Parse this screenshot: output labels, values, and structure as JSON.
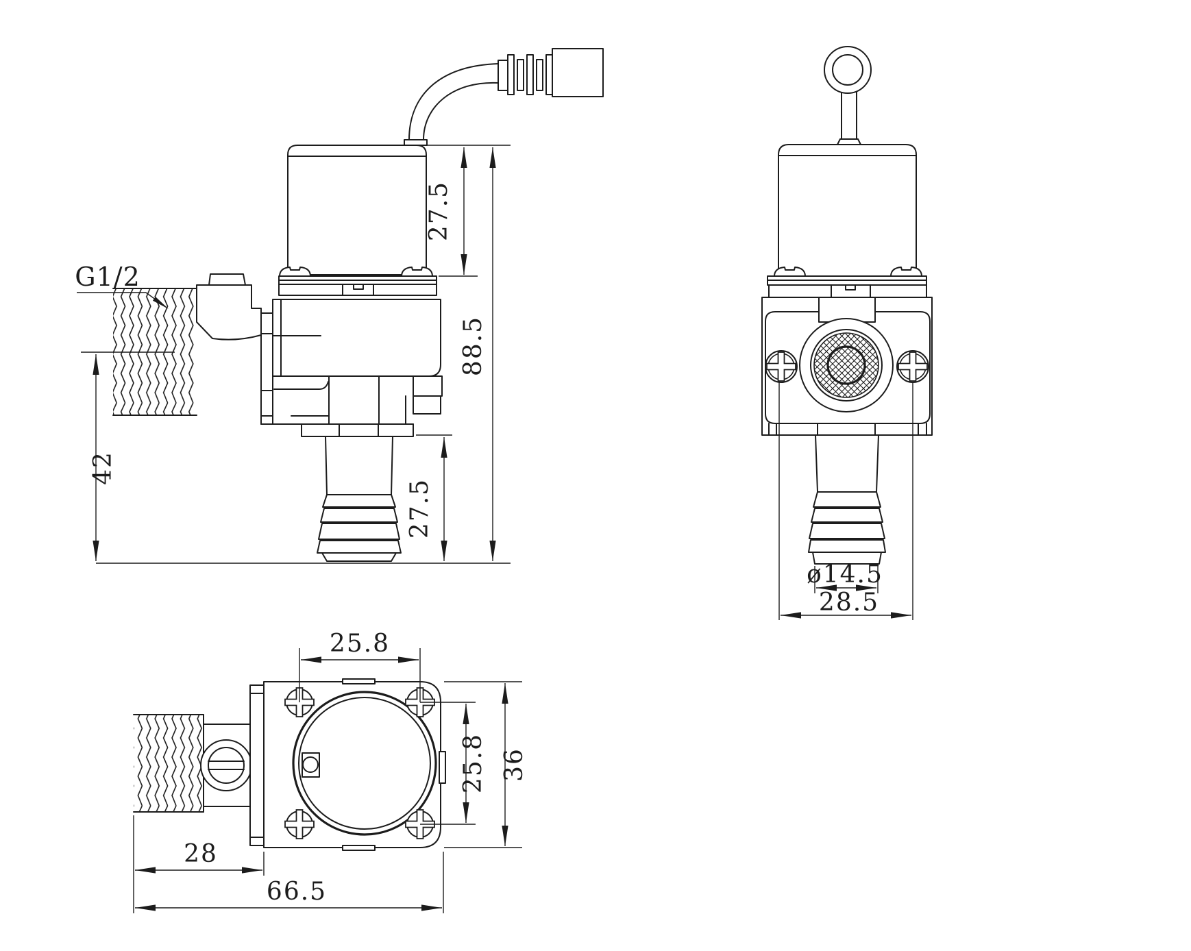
{
  "drawing": {
    "type": "technical-orthographic-drawing",
    "subject": "solenoid valve with cable connector",
    "colors": {
      "line": "#1c1c1c",
      "background": "#ffffff"
    },
    "side_view": {
      "thread_label": "G1/2",
      "dim_coil_height": "27.5",
      "dim_overall_height": "88.5",
      "dim_inlet_center_to_base": "42",
      "dim_barb_height": "27.5"
    },
    "front_view": {
      "dim_outlet_diameter": "ø14.5",
      "dim_body_width": "28.5"
    },
    "bottom_view": {
      "dim_screw_spacing_horizontal": "25.8",
      "dim_screw_spacing_vertical": "25.8",
      "dim_plate_height": "36",
      "dim_thread_length": "28",
      "dim_overall_length": "66.5"
    }
  }
}
